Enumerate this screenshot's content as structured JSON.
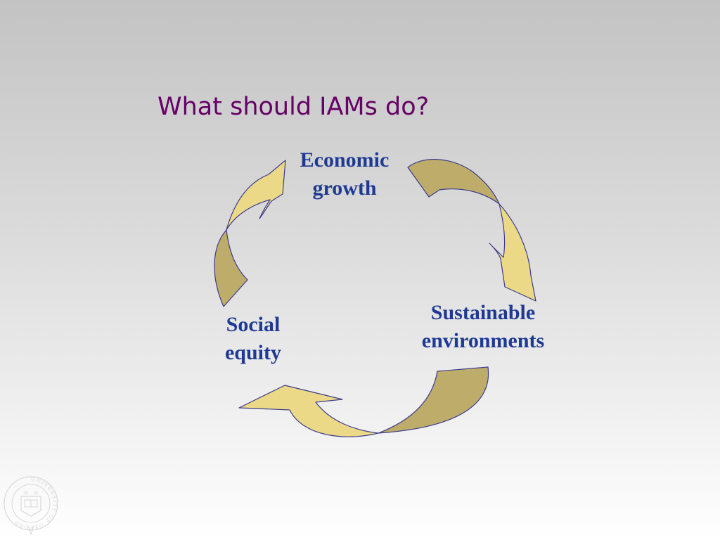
{
  "slide": {
    "title": "What should IAMs do?"
  },
  "diagram": {
    "nodes": {
      "economic": {
        "line1": "Economic",
        "line2": "growth"
      },
      "sustainable": {
        "line1": "Sustainable",
        "line2": "environments"
      },
      "social": {
        "line1": "Social",
        "line2": "equity"
      }
    }
  },
  "logo": {
    "seal_text": "UNIVERSITY OF OXFORD"
  },
  "colors": {
    "title": "#660066",
    "node_label": "#1f3a93",
    "arrow_light": "#ecd987",
    "arrow_dark": "#beac6b",
    "arrow_outline": "#3c3c8c",
    "seal": "#d8d8d8"
  }
}
